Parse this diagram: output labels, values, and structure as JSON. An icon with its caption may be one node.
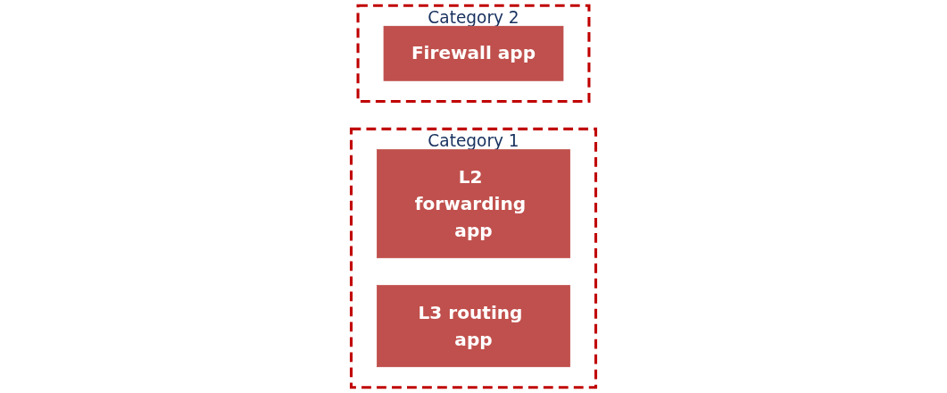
{
  "diagram": {
    "nodes": [
      {
        "text": [
          "Category 1"
        ]
      },
      {
        "text": [
          "L2 forwarding app"
        ],
        "in": 0
      },
      {
        "text": [
          "L3 routing app"
        ],
        "in": 0
      },
      {
        "text": [
          "Category 2"
        ]
      },
      {
        "text": [
          "Firewall app"
        ],
        "in": 3
      }
    ]
  }
}
